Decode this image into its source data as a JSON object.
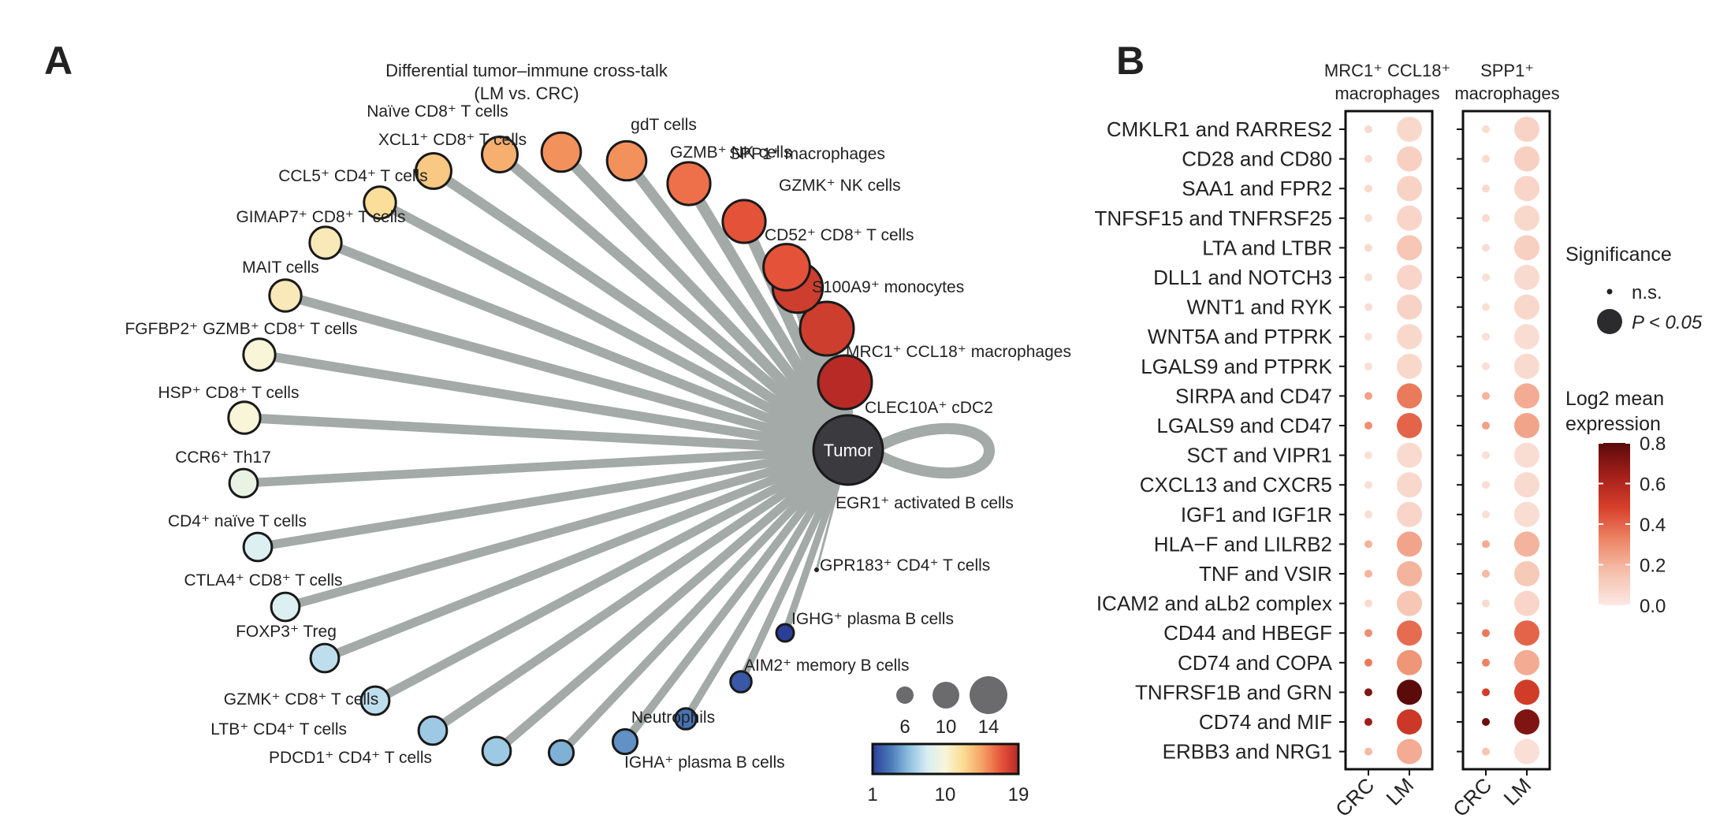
{
  "panel_a": {
    "letter": "A",
    "title_line1": "Differential tumor–immune cross-talk",
    "title_line2": "(LM vs. CRC)",
    "hub_label": "Tumor",
    "size_legend": [
      "6",
      "10",
      "14"
    ],
    "color_legend": [
      "1",
      "10",
      "19"
    ]
  },
  "panel_b": {
    "letter": "B",
    "col_header_1": [
      "MRC1⁺ CCL18⁺",
      "macrophages"
    ],
    "col_header_2": [
      "SPP1⁺",
      "macrophages"
    ],
    "x_labels": [
      "CRC",
      "LM"
    ],
    "legend_significance_title": "Significance",
    "legend_ns": "n.s.",
    "legend_sig": "P < 0.05",
    "legend_expr_title_1": "Log2 mean",
    "legend_expr_title_2": "expression",
    "legend_ticks": [
      "0.8",
      "0.6",
      "0.4",
      "0.2",
      "0.0"
    ]
  },
  "colors": {
    "edge": "#a3aaa8",
    "hub": "#3a3a3f",
    "cell_scale": [
      "#2b3f99",
      "#4b7ab8",
      "#8ebfdf",
      "#d8eef4",
      "#f8f5d8",
      "#fbdb92",
      "#f6a266",
      "#e8573c",
      "#b72a25"
    ],
    "expr_scale": [
      "#fbe9e4",
      "#f6c1ad",
      "#ee8767",
      "#d8402b",
      "#a31f1a",
      "#5a0b0a"
    ]
  },
  "chart_data": [
    {
      "type": "network",
      "title": "Differential tumor–immune cross-talk (LM vs. CRC)",
      "hub": "Tumor",
      "size_scale": [
        6,
        10,
        14
      ],
      "color_range": [
        1,
        19
      ],
      "nodes": [
        {
          "name": "CLEC10A⁺ cDC2",
          "size": 14,
          "color_value": 19
        },
        {
          "name": "MRC1⁺ CCL18⁺ macrophages",
          "size": 14,
          "color_value": 18
        },
        {
          "name": "S100A9⁺ monocytes",
          "size": 13,
          "color_value": 18
        },
        {
          "name": "CD52⁺ CD8⁺ T cells",
          "size": 12,
          "color_value": 17
        },
        {
          "name": "GZMK⁺ NK cells",
          "size": 11,
          "color_value": 17
        },
        {
          "name": "SPP1⁺ macrophages",
          "size": 11,
          "color_value": 16
        },
        {
          "name": "GZMB⁺ NK cells",
          "size": 10,
          "color_value": 15
        },
        {
          "name": "gdT cells",
          "size": 10,
          "color_value": 15
        },
        {
          "name": "XCL1⁺ CD8⁺ T cells",
          "size": 9,
          "color_value": 14
        },
        {
          "name": "Naïve CD8⁺ T cells",
          "size": 9,
          "color_value": 13
        },
        {
          "name": "CCL5⁺ CD4⁺ T cells",
          "size": 8,
          "color_value": 12
        },
        {
          "name": "GIMAP7⁺ CD8⁺ T cells",
          "size": 8,
          "color_value": 11
        },
        {
          "name": "MAIT cells",
          "size": 8,
          "color_value": 11
        },
        {
          "name": "FGFBP2⁺ GZMB⁺ CD8⁺ T cells",
          "size": 8,
          "color_value": 10
        },
        {
          "name": "HSP⁺ CD8⁺ T cells",
          "size": 8,
          "color_value": 10
        },
        {
          "name": "CCR6⁺ Th17",
          "size": 7,
          "color_value": 9
        },
        {
          "name": "CD4⁺ naïve T cells",
          "size": 7,
          "color_value": 8
        },
        {
          "name": "CTLA4⁺ CD8⁺ T cells",
          "size": 7,
          "color_value": 8
        },
        {
          "name": "FOXP3⁺ Treg",
          "size": 7,
          "color_value": 7
        },
        {
          "name": "GZMK⁺ CD8⁺ T cells",
          "size": 7,
          "color_value": 7
        },
        {
          "name": "LTB⁺ CD4⁺ T cells",
          "size": 7,
          "color_value": 6
        },
        {
          "name": "PDCD1⁺ CD4⁺ T cells",
          "size": 7,
          "color_value": 6
        },
        {
          "name": "IGHA⁺ plasma B cells",
          "size": 6,
          "color_value": 5
        },
        {
          "name": "Neutrophils",
          "size": 6,
          "color_value": 4
        },
        {
          "name": "AIM2⁺ memory B cells",
          "size": 5,
          "color_value": 3
        },
        {
          "name": "IGHG⁺ plasma B cells",
          "size": 5,
          "color_value": 2
        },
        {
          "name": "GPR183⁺ CD4⁺ T cells",
          "size": 4,
          "color_value": 1
        },
        {
          "name": "EGR1⁺ activated B cells",
          "size": 2,
          "color_value": 1
        }
      ]
    },
    {
      "type": "dot",
      "title": "",
      "row_labels": [
        "CMKLR1 and RARRES2",
        "CD28 and CD80",
        "SAA1 and FPR2",
        "TNFSF15 and TNFRSF25",
        "LTA and LTBR",
        "DLL1 and NOTCH3",
        "WNT1 and RYK",
        "WNT5A and PTPRK",
        "LGALS9 and PTPRK",
        "SIRPA and CD47",
        "LGALS9 and CD47",
        "SCT and VIPR1",
        "CXCL13 and CXCR5",
        "IGF1 and IGF1R",
        "HLA−F and LILRB2",
        "TNF and VSIR",
        "ICAM2 and aLb2 complex",
        "CD44 and HBEGF",
        "CD74 and COPA",
        "TNFRSF1B and GRN",
        "CD74 and MIF",
        "ERBB3 and NRG1"
      ],
      "facets": [
        "MRC1⁺ CCL18⁺ macrophages",
        "SPP1⁺ macrophages"
      ],
      "x": [
        "CRC",
        "LM"
      ],
      "color_range": [
        0.0,
        0.8
      ],
      "legend_sizes": [
        "n.s.",
        "P < 0.05"
      ],
      "values": {
        "MRC1_CRC": [
          0.06,
          0.06,
          0.06,
          0.05,
          0.06,
          0.05,
          0.05,
          0.04,
          0.04,
          0.25,
          0.3,
          0.04,
          0.04,
          0.05,
          0.2,
          0.2,
          0.06,
          0.3,
          0.35,
          0.72,
          0.65,
          0.18
        ],
        "MRC1_LM": [
          0.07,
          0.1,
          0.09,
          0.08,
          0.14,
          0.08,
          0.09,
          0.07,
          0.07,
          0.35,
          0.4,
          0.06,
          0.07,
          0.08,
          0.24,
          0.2,
          0.14,
          0.38,
          0.28,
          0.85,
          0.52,
          0.22
        ],
        "SPP1_CRC": [
          0.05,
          0.06,
          0.07,
          0.06,
          0.05,
          0.04,
          0.04,
          0.04,
          0.04,
          0.2,
          0.25,
          0.04,
          0.05,
          0.04,
          0.22,
          0.18,
          0.06,
          0.35,
          0.33,
          0.5,
          0.76,
          0.14
        ],
        "SPP1_LM": [
          0.09,
          0.1,
          0.08,
          0.07,
          0.1,
          0.06,
          0.07,
          0.05,
          0.06,
          0.22,
          0.24,
          0.05,
          0.06,
          0.05,
          0.2,
          0.13,
          0.08,
          0.4,
          0.22,
          0.5,
          0.72,
          0.04
        ]
      },
      "significant": {
        "MRC1_CRC": [
          false,
          false,
          false,
          false,
          false,
          false,
          false,
          false,
          false,
          false,
          false,
          false,
          false,
          false,
          false,
          false,
          false,
          false,
          false,
          false,
          false,
          false
        ],
        "MRC1_LM": [
          true,
          true,
          true,
          true,
          true,
          true,
          true,
          true,
          true,
          true,
          true,
          true,
          true,
          true,
          true,
          true,
          true,
          true,
          true,
          true,
          true,
          true
        ],
        "SPP1_CRC": [
          false,
          false,
          false,
          false,
          false,
          false,
          false,
          false,
          false,
          false,
          false,
          false,
          false,
          false,
          false,
          false,
          false,
          false,
          false,
          false,
          false,
          false
        ],
        "SPP1_LM": [
          true,
          true,
          true,
          true,
          true,
          true,
          true,
          true,
          true,
          true,
          true,
          true,
          true,
          true,
          true,
          true,
          true,
          true,
          true,
          true,
          true,
          true
        ]
      }
    }
  ]
}
